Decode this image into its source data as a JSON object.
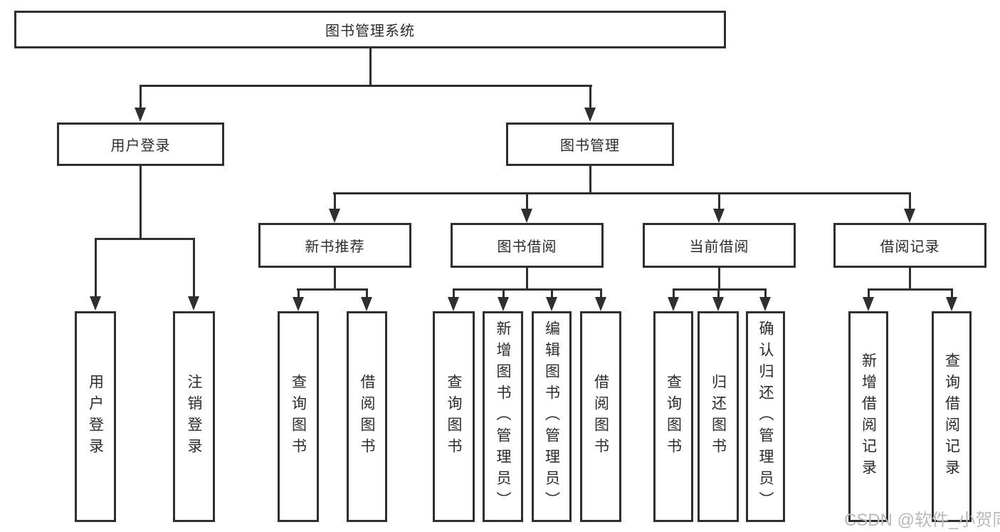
{
  "tree": {
    "root": {
      "label": "图书管理系统"
    },
    "branches": [
      {
        "label": "用户登录",
        "children": [
          {
            "label": "用户登录"
          },
          {
            "label": "注销登录"
          }
        ]
      },
      {
        "label": "图书管理",
        "children": [
          {
            "label": "新书推荐",
            "children": [
              {
                "label": "查询图书"
              },
              {
                "label": "借阅图书"
              }
            ]
          },
          {
            "label": "图书借阅",
            "children": [
              {
                "label": "查询图书"
              },
              {
                "label": "新增图书（管理员）"
              },
              {
                "label": "编辑图书（管理员）"
              },
              {
                "label": "借阅图书"
              }
            ]
          },
          {
            "label": "当前借阅",
            "children": [
              {
                "label": "查询图书"
              },
              {
                "label": "归还图书"
              },
              {
                "label": "确认归还（管理员）"
              }
            ]
          },
          {
            "label": "借阅记录",
            "children": [
              {
                "label": "新增借阅记录"
              },
              {
                "label": "查询借阅记录"
              }
            ]
          }
        ]
      }
    ]
  },
  "watermark": "CSDN @软件_小贺同学",
  "colors": {
    "line": "#2f2f2f",
    "text": "#2b2b2b",
    "background": "#ffffff",
    "watermark": "#b9b9b9"
  }
}
